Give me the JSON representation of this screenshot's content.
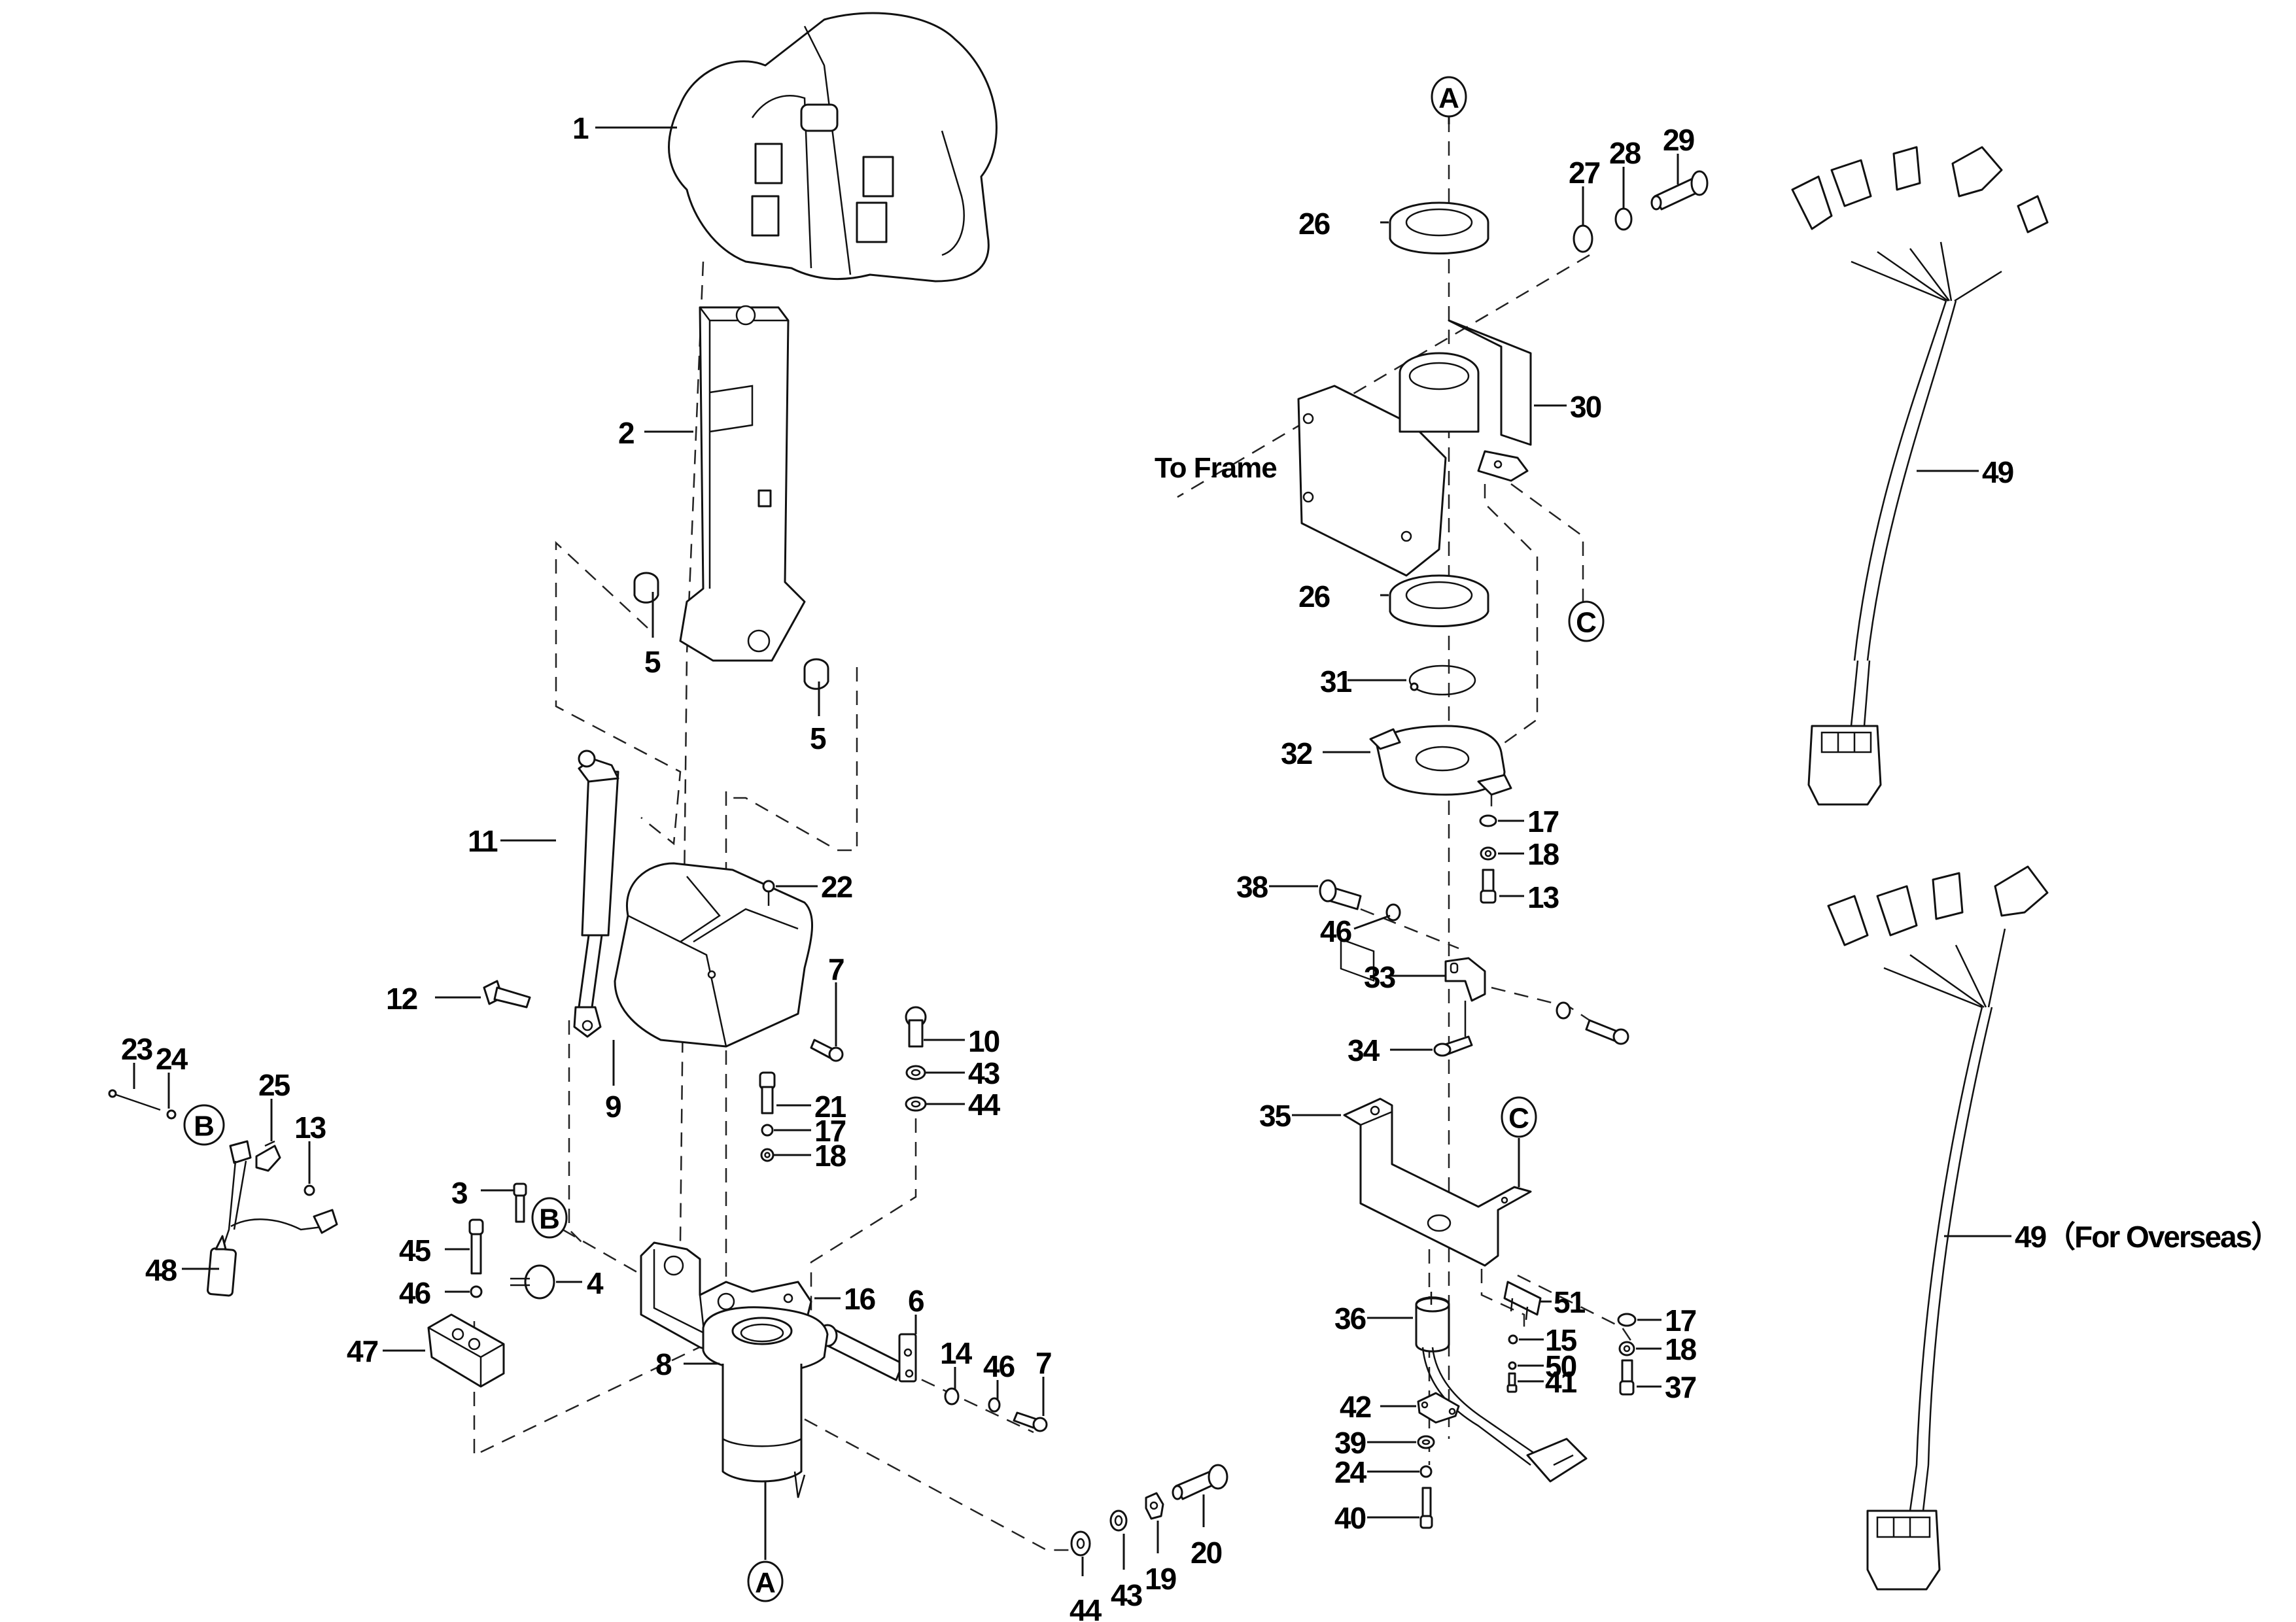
{
  "diagram": {
    "title": "Tiller / Steering Column Assembly — Exploded View",
    "line_color": "#111111",
    "background": "#ffffff",
    "callouts": [
      {
        "id": "c1",
        "label": "1"
      },
      {
        "id": "c2",
        "label": "2"
      },
      {
        "id": "c3",
        "label": "3"
      },
      {
        "id": "c4",
        "label": "4"
      },
      {
        "id": "c5a",
        "label": "5"
      },
      {
        "id": "c5b",
        "label": "5"
      },
      {
        "id": "c6",
        "label": "6"
      },
      {
        "id": "c7a",
        "label": "7"
      },
      {
        "id": "c7b",
        "label": "7"
      },
      {
        "id": "c8",
        "label": "8"
      },
      {
        "id": "c9",
        "label": "9"
      },
      {
        "id": "c10",
        "label": "10"
      },
      {
        "id": "c11",
        "label": "11"
      },
      {
        "id": "c12",
        "label": "12"
      },
      {
        "id": "c13a",
        "label": "13"
      },
      {
        "id": "c13b",
        "label": "13"
      },
      {
        "id": "c14",
        "label": "14"
      },
      {
        "id": "c15",
        "label": "15"
      },
      {
        "id": "c16",
        "label": "16"
      },
      {
        "id": "c17a",
        "label": "17"
      },
      {
        "id": "c17b",
        "label": "17"
      },
      {
        "id": "c17c",
        "label": "17"
      },
      {
        "id": "c18a",
        "label": "18"
      },
      {
        "id": "c18b",
        "label": "18"
      },
      {
        "id": "c18c",
        "label": "18"
      },
      {
        "id": "c19",
        "label": "19"
      },
      {
        "id": "c20",
        "label": "20"
      },
      {
        "id": "c21",
        "label": "21"
      },
      {
        "id": "c22",
        "label": "22"
      },
      {
        "id": "c23",
        "label": "23"
      },
      {
        "id": "c24a",
        "label": "24"
      },
      {
        "id": "c24b",
        "label": "24"
      },
      {
        "id": "c25",
        "label": "25"
      },
      {
        "id": "c26a",
        "label": "26"
      },
      {
        "id": "c26b",
        "label": "26"
      },
      {
        "id": "c27",
        "label": "27"
      },
      {
        "id": "c28",
        "label": "28"
      },
      {
        "id": "c29",
        "label": "29"
      },
      {
        "id": "c30",
        "label": "30"
      },
      {
        "id": "c31",
        "label": "31"
      },
      {
        "id": "c32",
        "label": "32"
      },
      {
        "id": "c33",
        "label": "33"
      },
      {
        "id": "c34",
        "label": "34"
      },
      {
        "id": "c35",
        "label": "35"
      },
      {
        "id": "c36",
        "label": "36"
      },
      {
        "id": "c37",
        "label": "37"
      },
      {
        "id": "c38",
        "label": "38"
      },
      {
        "id": "c39",
        "label": "39"
      },
      {
        "id": "c40",
        "label": "40"
      },
      {
        "id": "c41",
        "label": "41"
      },
      {
        "id": "c42",
        "label": "42"
      },
      {
        "id": "c43a",
        "label": "43"
      },
      {
        "id": "c43b",
        "label": "43"
      },
      {
        "id": "c44a",
        "label": "44"
      },
      {
        "id": "c44b",
        "label": "44"
      },
      {
        "id": "c45",
        "label": "45"
      },
      {
        "id": "c46a",
        "label": "46"
      },
      {
        "id": "c46b",
        "label": "46"
      },
      {
        "id": "c46c",
        "label": "46"
      },
      {
        "id": "c47",
        "label": "47"
      },
      {
        "id": "c48",
        "label": "48"
      },
      {
        "id": "c49a",
        "label": "49"
      },
      {
        "id": "c49b",
        "label": "49（For Overseas）"
      },
      {
        "id": "c50",
        "label": "50"
      },
      {
        "id": "c51",
        "label": "51"
      }
    ],
    "reference_markers": [
      {
        "id": "mA1",
        "letter": "A"
      },
      {
        "id": "mA2",
        "letter": "A"
      },
      {
        "id": "mB1",
        "letter": "B"
      },
      {
        "id": "mB2",
        "letter": "B"
      },
      {
        "id": "mC1",
        "letter": "C"
      },
      {
        "id": "mC2",
        "letter": "C"
      }
    ],
    "notes": {
      "to_frame": "To Frame"
    }
  }
}
